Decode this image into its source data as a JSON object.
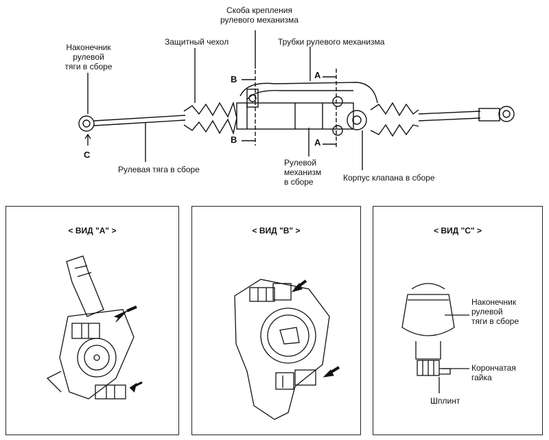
{
  "labels": {
    "tie_rod_end_assy": "Наконечник\nрулевой\nтяги в сборе",
    "boot": "Защитный чехол",
    "bracket": "Скоба крепления\nрулевого механизма",
    "tubes": "Трубки рулевого механизма",
    "tie_rod_assy": "Рулевая тяга в сборе",
    "gear_assy": "Рулевой\nмеханизм\nв сборе",
    "valve_housing": "Корпус клапана в сборе"
  },
  "section_markers": {
    "a": "A",
    "b": "B",
    "c": "C"
  },
  "views": [
    {
      "title": "< ВИД \"А\" >"
    },
    {
      "title": "< ВИД \"В\" >"
    },
    {
      "title": "< ВИД \"С\" >"
    }
  ],
  "view_c_labels": {
    "tie_rod_end": "Наконечник\nрулевой\nтяги в сборе",
    "castle_nut": "Корончатая\nгайка",
    "cotter_pin": "Шплинт"
  }
}
